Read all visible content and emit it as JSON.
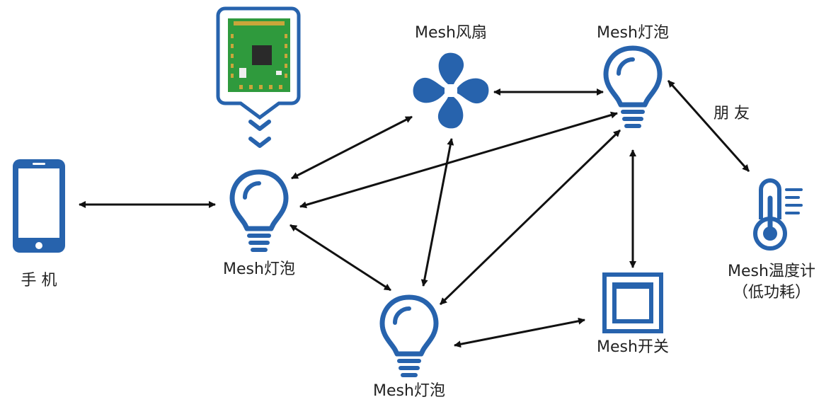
{
  "colors": {
    "primary": "#2763ad",
    "arrow": "#111111",
    "pcb": "#2f9a3d",
    "chip": "#2a2a2a",
    "gold": "#c9a63a",
    "text": "#222222"
  },
  "nodes": {
    "phone": {
      "label": "手 机",
      "icon": "smartphone-icon"
    },
    "hub_bulb": {
      "label": "Mesh灯泡",
      "icon": "lightbulb-icon"
    },
    "module": {
      "icon": "ble-module-icon"
    },
    "fan": {
      "label": "Mesh风扇",
      "icon": "fan-icon"
    },
    "top_bulb": {
      "label": "Mesh灯泡",
      "icon": "lightbulb-icon"
    },
    "bottom_bulb": {
      "label": "Mesh灯泡",
      "icon": "lightbulb-icon"
    },
    "switch": {
      "label": "Mesh开关",
      "icon": "switch-icon"
    },
    "thermometer": {
      "label": "Mesh温度计",
      "sublabel": "（低功耗）",
      "icon": "thermometer-icon"
    }
  },
  "edges": {
    "friend": {
      "label": "朋 友"
    }
  }
}
